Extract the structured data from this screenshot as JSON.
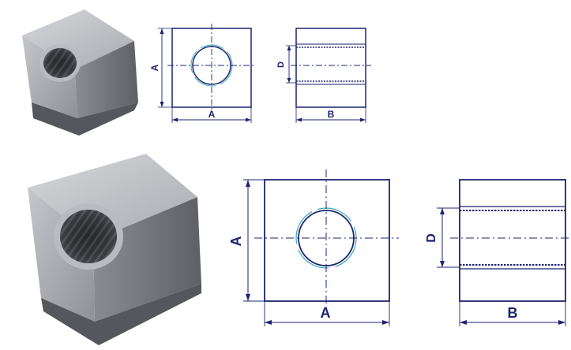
{
  "colors": {
    "line": "#1b2470",
    "thread_accent": "#3aa8b8",
    "metal_light": "#c9cbd0",
    "metal_mid": "#9a9ca2",
    "metal_dark": "#6c6e74",
    "hole_dark": "#2a2c30"
  },
  "small_set": {
    "front_view": {
      "height_label": "A",
      "width_label": "A"
    },
    "side_view": {
      "thread_label": "D",
      "width_label": "B"
    }
  },
  "large_set": {
    "front_view": {
      "height_label": "A",
      "width_label": "A"
    },
    "side_view": {
      "thread_label": "D",
      "width_label": "B"
    }
  },
  "icons": {
    "photo_small": "square-nut-photo",
    "photo_large": "square-nut-photo"
  }
}
